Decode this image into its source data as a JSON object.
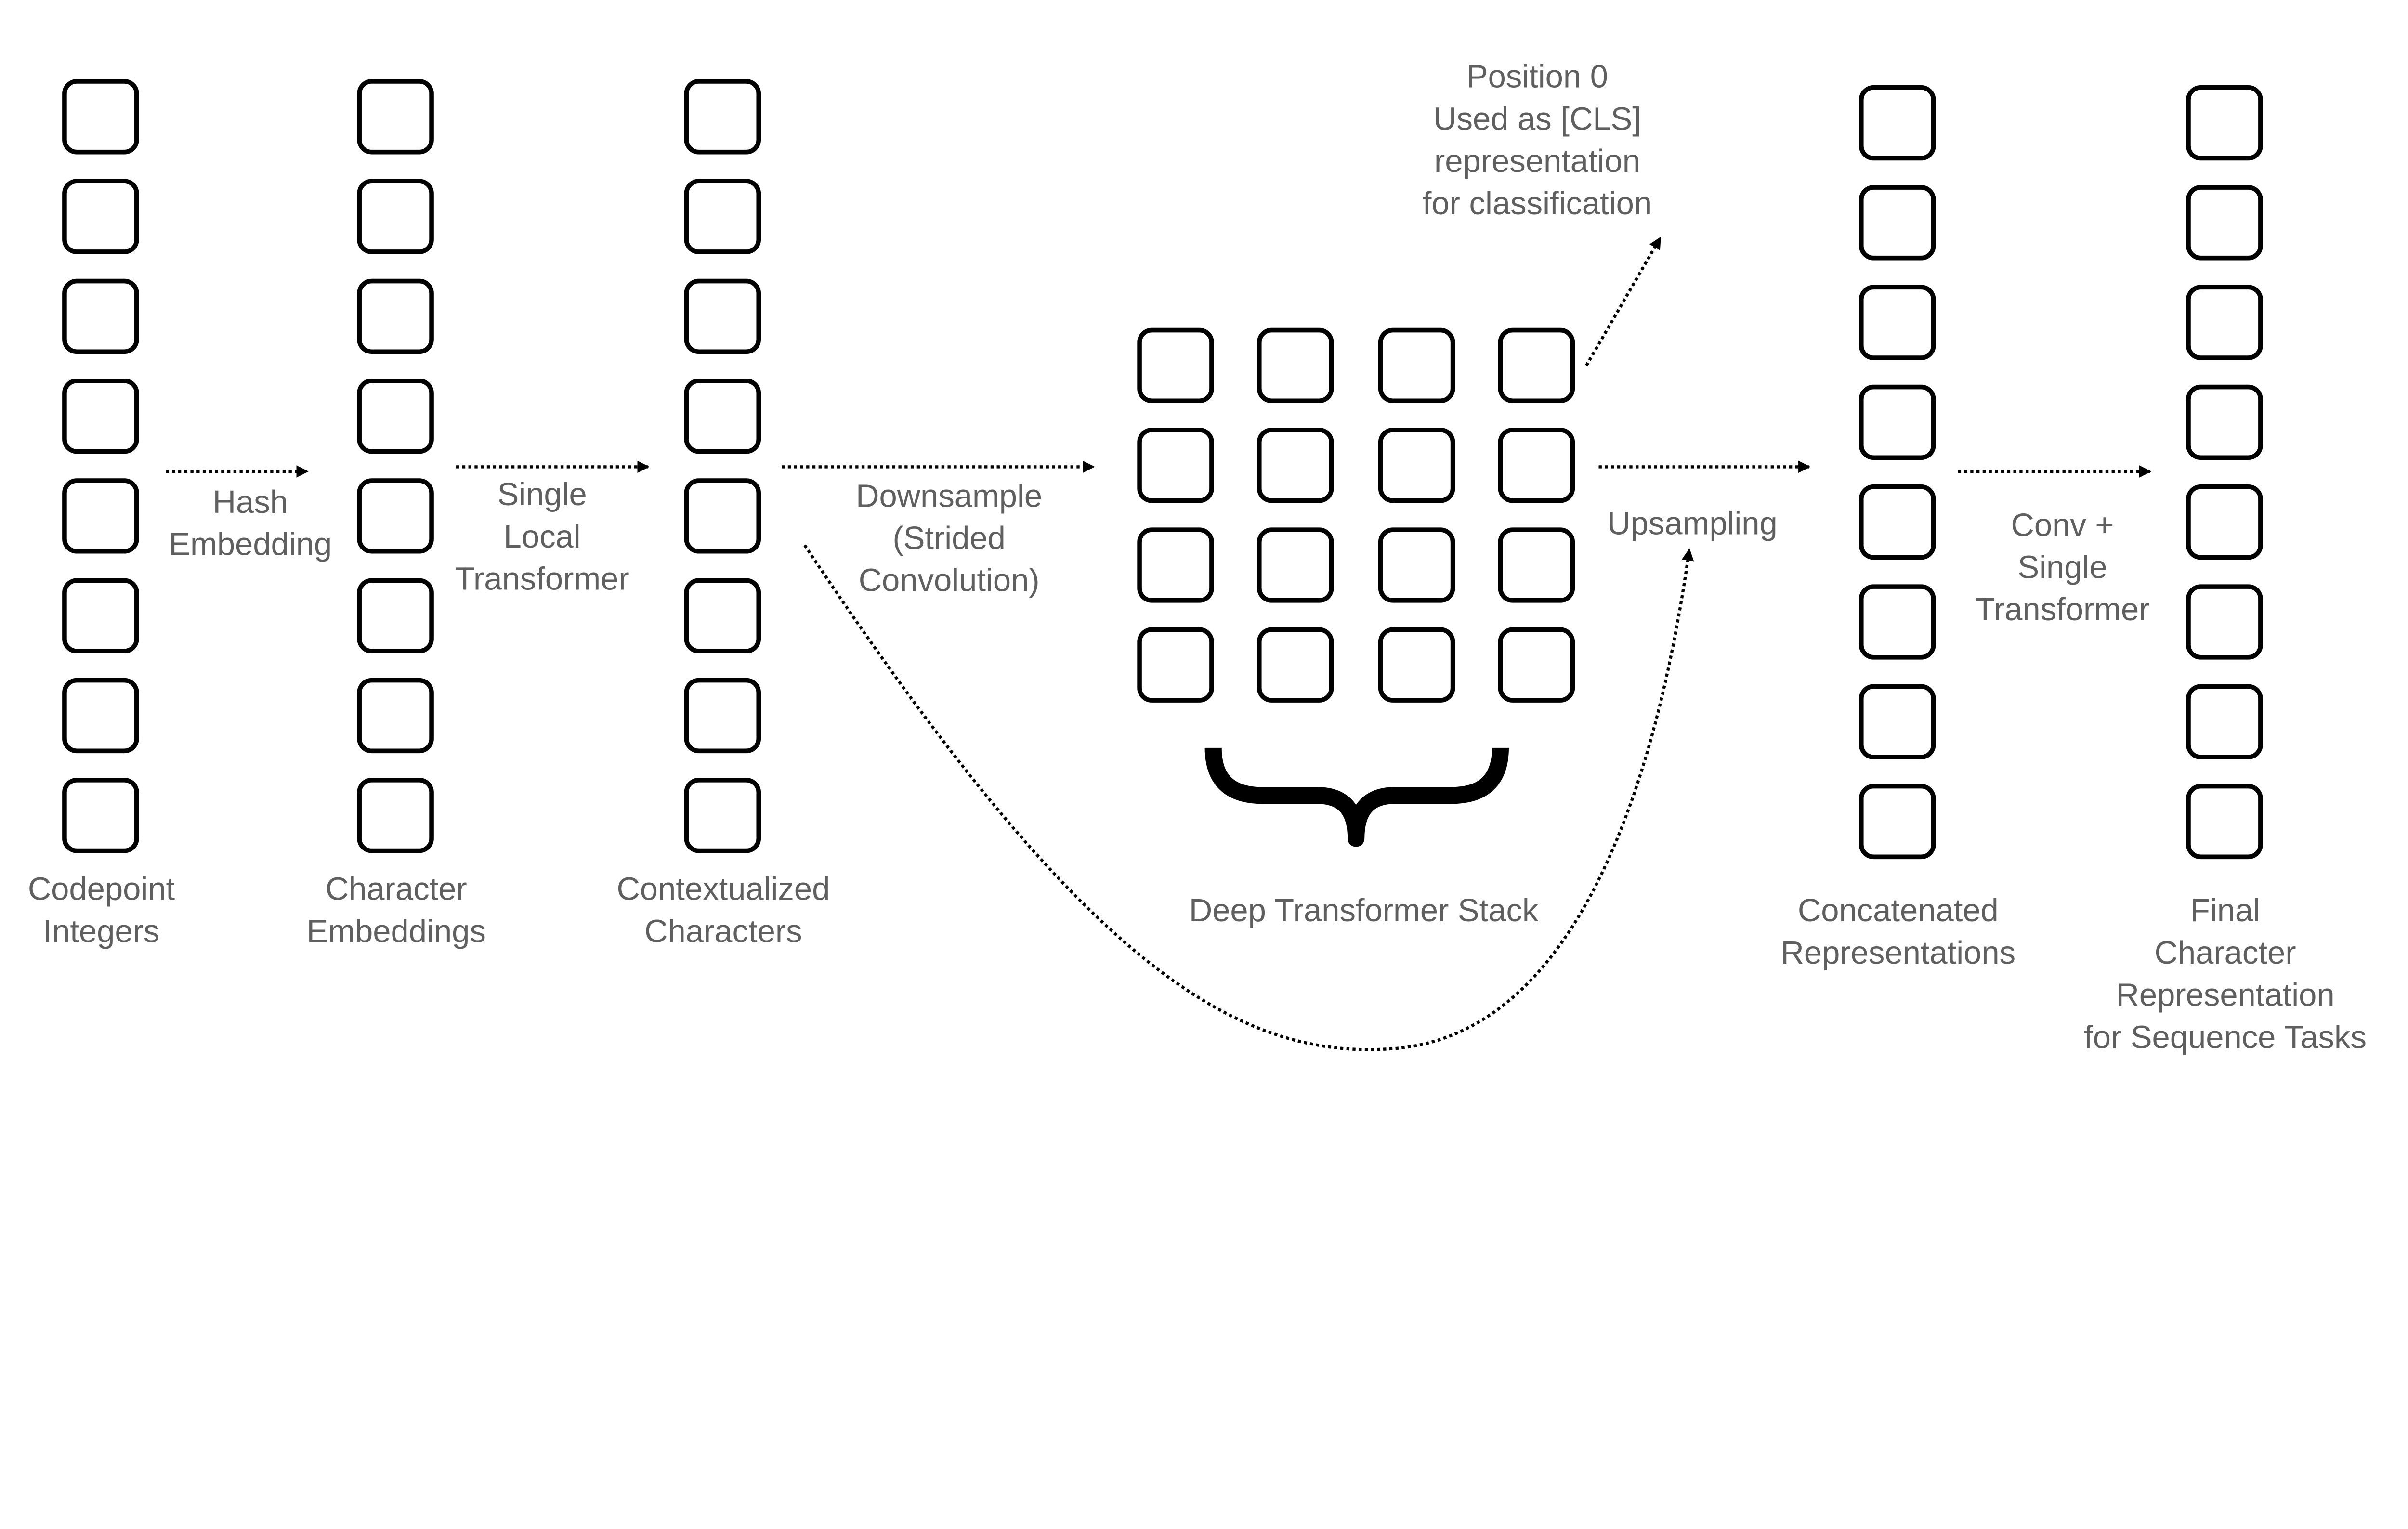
{
  "columns": {
    "codepoints": {
      "label": [
        "Codepoint",
        "Integers"
      ]
    },
    "char_embeddings": {
      "label": [
        "Character",
        "Embeddings"
      ]
    },
    "contextualized": {
      "label": [
        "Contextualized",
        "Characters"
      ]
    },
    "deep_stack": {
      "label": [
        "Deep Transformer Stack"
      ]
    },
    "concatenated": {
      "label": [
        "Concatenated",
        "Representations"
      ]
    },
    "final": {
      "label": [
        "Final",
        "Character",
        "Representation",
        "for Sequence Tasks"
      ]
    }
  },
  "edges": {
    "hash": {
      "label": [
        "Hash",
        "Embedding"
      ]
    },
    "local": {
      "label": [
        "Single",
        "Local",
        "Transformer"
      ]
    },
    "downsample": {
      "label": [
        "Downsample",
        "(Strided",
        "Convolution)"
      ]
    },
    "upsample": {
      "label": [
        "Upsampling"
      ]
    },
    "conv": {
      "label": [
        "Conv +",
        "Single",
        "Transformer"
      ]
    },
    "cls": {
      "label": [
        "Position 0",
        "Used as [CLS]",
        "representation",
        "for classification"
      ]
    }
  },
  "colors": {
    "text": "#5f5f5f",
    "stroke": "#000000"
  }
}
